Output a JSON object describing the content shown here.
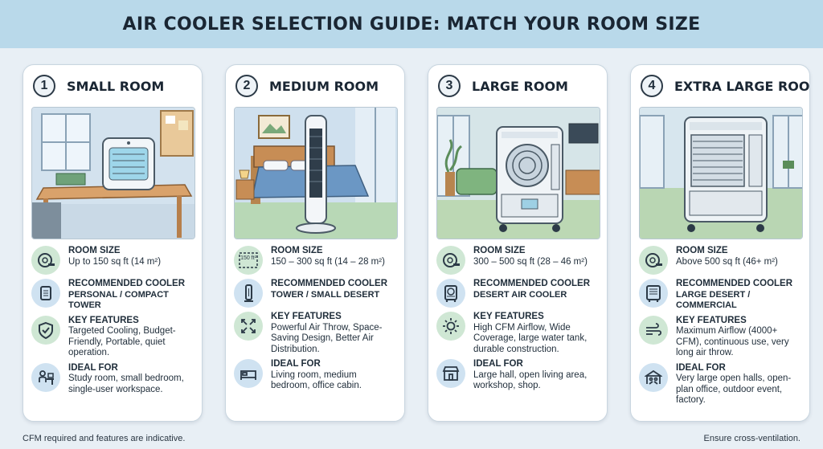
{
  "title": "AIR COOLER SELECTION GUIDE: MATCH YOUR ROOM SIZE",
  "labels": {
    "room_size": "ROOM SIZE",
    "recommended": "RECOMMENDED COOLER",
    "features": "KEY FEATURES",
    "ideal": "IDEAL FOR"
  },
  "cards": [
    {
      "number": "1",
      "title": "SMALL ROOM",
      "room_size": "Up to 150 sq ft (14 m²)",
      "recommended": "PERSONAL / COMPACT TOWER",
      "features": "Targeted Cooling, Budget-Friendly, Portable, quiet operation.",
      "ideal": "Study room, small bedroom, single-user workspace.",
      "icons": [
        "tape-measure",
        "compact-cooler",
        "shield-check",
        "desk-user"
      ]
    },
    {
      "number": "2",
      "title": "MEDIUM ROOM",
      "room_size": "150 – 300 sq ft (14 – 28 m²)",
      "recommended": "TOWER / SMALL DESERT",
      "features": "Powerful Air Throw, Space-Saving Design, Better Air Distribution.",
      "ideal": "Living room, medium bedroom, office cabin.",
      "icon_area_label": "150 ft²",
      "icons": [
        "area-frame",
        "tower-cooler",
        "expand-arrows",
        "bed"
      ]
    },
    {
      "number": "3",
      "title": "LARGE ROOM",
      "room_size": "300 – 500 sq ft (28 – 46 m²)",
      "recommended": "DESERT AIR COOLER",
      "features": "High CFM Airflow, Wide Coverage, large water tank, durable construction.",
      "ideal": "Large hall, open living area, workshop, shop.",
      "icons": [
        "tape-measure",
        "desert-cooler",
        "sun-burst",
        "shop-front"
      ]
    },
    {
      "number": "4",
      "title": "EXTRA LARGE ROOM",
      "room_size": "Above 500 sq ft (46+ m²)",
      "recommended": "LARGE DESERT / COMMERCIAL",
      "features": "Maximum Airflow (4000+ CFM), continuous use, very long air throw.",
      "ideal": "Very large open halls, open-plan office, outdoor event, factory.",
      "icons": [
        "tape-measure",
        "commercial-cooler",
        "wind",
        "event-tent"
      ]
    }
  ],
  "footer": {
    "left": "CFM required and features are indicative.",
    "right": "Ensure cross-ventilation."
  },
  "colors": {
    "title_bar": "#b9d9ea",
    "background": "#e8eff5",
    "icon_green": "#cfe7d4",
    "icon_blue": "#cfe2f1"
  }
}
